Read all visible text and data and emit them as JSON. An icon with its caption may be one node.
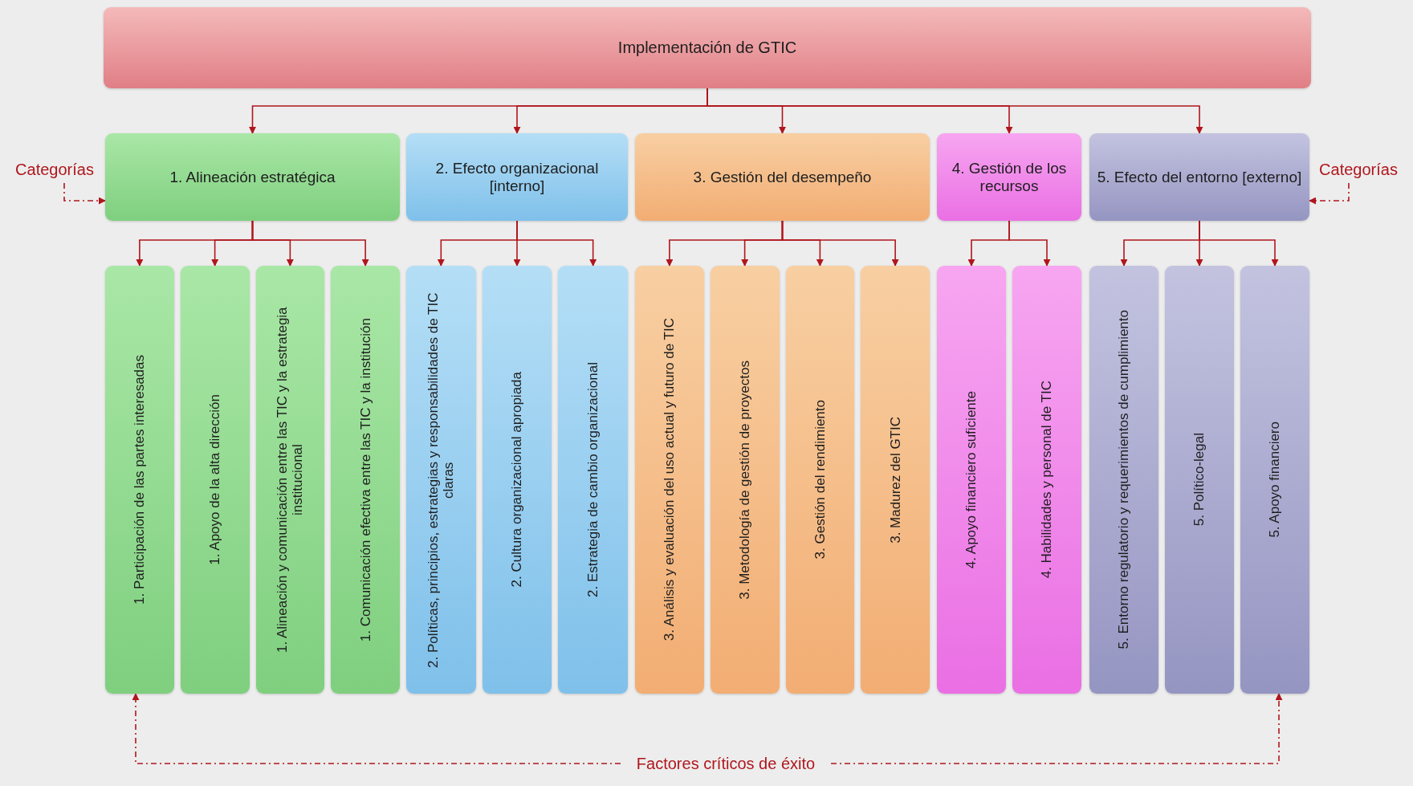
{
  "diagram": {
    "nodes": [
      {
        "text": [
          "Implementación de GTIC"
        ]
      },
      {
        "text": [
          "1. Alineación estratégica"
        ]
      },
      {
        "text": [
          "2. Efecto organizacional [interno]"
        ]
      },
      {
        "text": [
          "3. Gestión del desempeño"
        ]
      },
      {
        "text": [
          "4. Gestión de los recursos"
        ]
      },
      {
        "text": [
          "5. Efecto del entorno [externo]"
        ]
      },
      {
        "text": [
          "1. Participación de las partes interesadas"
        ]
      },
      {
        "text": [
          "1. Apoyo de la alta dirección"
        ]
      },
      {
        "text": [
          "1. Alineación y comunicación entre las TIC y la estrategia institucional"
        ]
      },
      {
        "text": [
          "1. Comunicación efectiva entre las TIC y la institución"
        ]
      },
      {
        "text": [
          "2. Políticas, principios, estrategias y responsabilidades de TIC claras"
        ]
      },
      {
        "text": [
          "2. Cultura organizacional apropiada"
        ]
      },
      {
        "text": [
          "2. Estrategia de cambio organizacional"
        ]
      },
      {
        "text": [
          "3. Análisis y evaluación del uso actual y futuro de TIC"
        ]
      },
      {
        "text": [
          "3. Metodología de gestión de proyectos"
        ]
      },
      {
        "text": [
          "3. Gestión del rendimiento"
        ]
      },
      {
        "text": [
          "3. Madurez del GTIC"
        ]
      },
      {
        "text": [
          "4. Apoyo financiero suficiente"
        ]
      },
      {
        "text": [
          "4. Habilidades y personal de TIC"
        ]
      },
      {
        "text": [
          "5. Entorno regulatorio y requerimientos de cumplimiento"
        ]
      },
      {
        "text": [
          "5. Político-legal"
        ]
      },
      {
        "text": [
          "5. Apoyo financiero"
        ]
      },
      {
        "text": [
          "Categorías"
        ]
      },
      {
        "text": [
          "Categorías"
        ]
      },
      {
        "text": [
          "Factores críticos de éxito"
        ]
      }
    ],
    "edges": [
      {
        "from": 0,
        "to": 1,
        "arrow": "to"
      },
      {
        "from": 0,
        "to": 2,
        "arrow": "to"
      },
      {
        "from": 0,
        "to": 3,
        "arrow": "to"
      },
      {
        "from": 0,
        "to": 4,
        "arrow": "to"
      },
      {
        "from": 0,
        "to": 5,
        "arrow": "to"
      },
      {
        "from": 1,
        "to": 6,
        "arrow": "to"
      },
      {
        "from": 1,
        "to": 7,
        "arrow": "to"
      },
      {
        "from": 1,
        "to": 8,
        "arrow": "to"
      },
      {
        "from": 1,
        "to": 9,
        "arrow": "to"
      },
      {
        "from": 2,
        "to": 10,
        "arrow": "to"
      },
      {
        "from": 2,
        "to": 11,
        "arrow": "to"
      },
      {
        "from": 2,
        "to": 12,
        "arrow": "to"
      },
      {
        "from": 3,
        "to": 13,
        "arrow": "to"
      },
      {
        "from": 3,
        "to": 14,
        "arrow": "to"
      },
      {
        "from": 3,
        "to": 15,
        "arrow": "to"
      },
      {
        "from": 3,
        "to": 16,
        "arrow": "to"
      },
      {
        "from": 4,
        "to": 17,
        "arrow": "to"
      },
      {
        "from": 4,
        "to": 18,
        "arrow": "to"
      },
      {
        "from": 5,
        "to": 19,
        "arrow": "to"
      },
      {
        "from": 5,
        "to": 20,
        "arrow": "to"
      },
      {
        "from": 5,
        "to": 21,
        "arrow": "to"
      },
      {
        "from": 22,
        "to": 1,
        "arrow": "to",
        "style": "dashed"
      },
      {
        "from": 23,
        "to": 5,
        "arrow": "to",
        "style": "dashed"
      },
      {
        "from": 24,
        "to": 6,
        "arrow": "to",
        "style": "dashed"
      },
      {
        "from": 24,
        "to": 21,
        "arrow": "to",
        "style": "dashed"
      }
    ]
  }
}
